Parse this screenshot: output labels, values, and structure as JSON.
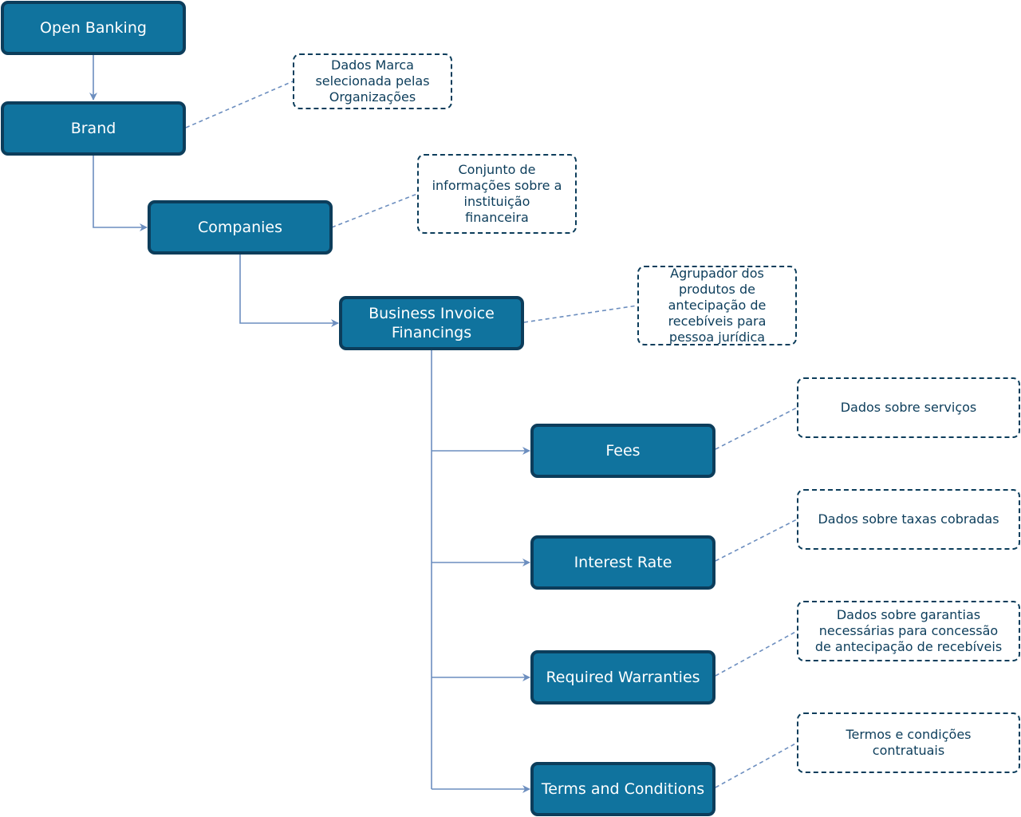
{
  "colors": {
    "node_fill": "#10739e",
    "node_border": "#0c3d5b",
    "note_border": "#0c3d5b",
    "note_text": "#0c3d5b",
    "connector": "#6c8ebf"
  },
  "nodes": {
    "open_banking": "Open Banking",
    "brand": "Brand",
    "companies": "Companies",
    "business_invoice_financings": "Business Invoice Financings",
    "fees": "Fees",
    "interest_rate": "Interest Rate",
    "required_warranties": "Required Warranties",
    "terms_and_conditions": "Terms and Conditions"
  },
  "notes": {
    "brand": "Dados Marca\nselecionada pelas\nOrganizações",
    "companies": "Conjunto de\ninformações sobre a\ninstituição\nfinanceira",
    "business_invoice_financings": "Agrupador dos\nprodutos de\nantecipação de\nrecebíveis para\npessoa jurídica",
    "fees": "Dados sobre serviços",
    "interest_rate": "Dados sobre taxas cobradas",
    "required_warranties": "Dados sobre garantias\nnecessárias para concessão\nde antecipação de recebíveis",
    "terms_and_conditions": "Termos e condições\ncontratuais"
  }
}
